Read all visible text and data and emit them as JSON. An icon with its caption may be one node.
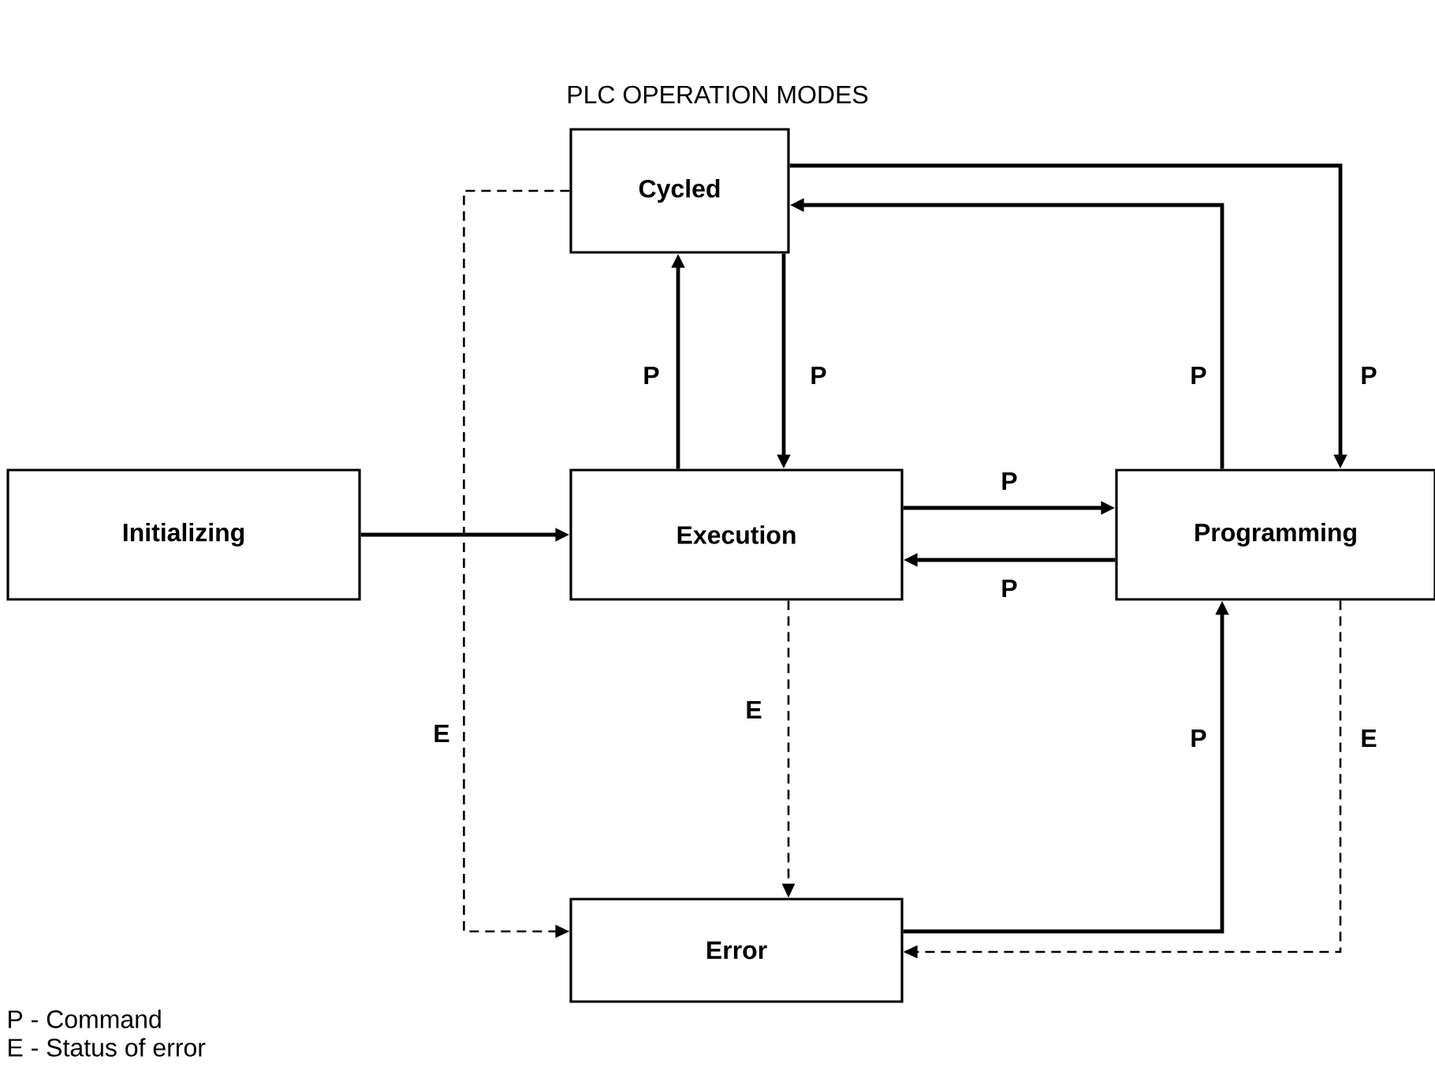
{
  "diagram": {
    "title": "PLC OPERATION MODES",
    "nodes": [
      {
        "text": [
          "Cycled"
        ]
      },
      {
        "text": [
          "Initializing"
        ]
      },
      {
        "text": [
          "Execution"
        ]
      },
      {
        "text": [
          "Programming"
        ]
      },
      {
        "text": [
          "Error"
        ]
      }
    ],
    "edges": [
      {
        "from": 1,
        "to": 2,
        "arrow": "to"
      },
      {
        "from": 2,
        "to": 0,
        "arrow": "to",
        "label": "P"
      },
      {
        "from": 0,
        "to": 2,
        "arrow": "to",
        "label": "P"
      },
      {
        "from": 2,
        "to": 3,
        "arrow": "to",
        "label": "P"
      },
      {
        "from": 3,
        "to": 2,
        "arrow": "to",
        "label": "P"
      },
      {
        "from": 0,
        "to": 3,
        "arrow": "to",
        "label": "P"
      },
      {
        "from": 3,
        "to": 0,
        "arrow": "to",
        "label": "P"
      },
      {
        "from": 0,
        "to": 4,
        "arrow": "to",
        "label": "E",
        "style": "dashed"
      },
      {
        "from": 2,
        "to": 4,
        "arrow": "to",
        "label": "E",
        "style": "dashed"
      },
      {
        "from": 4,
        "to": 3,
        "arrow": "to",
        "label": "P"
      },
      {
        "from": 3,
        "to": 4,
        "arrow": "to",
        "label": "E",
        "style": "dashed"
      }
    ],
    "labels": [
      "P - Command",
      "E - Status of error"
    ]
  }
}
